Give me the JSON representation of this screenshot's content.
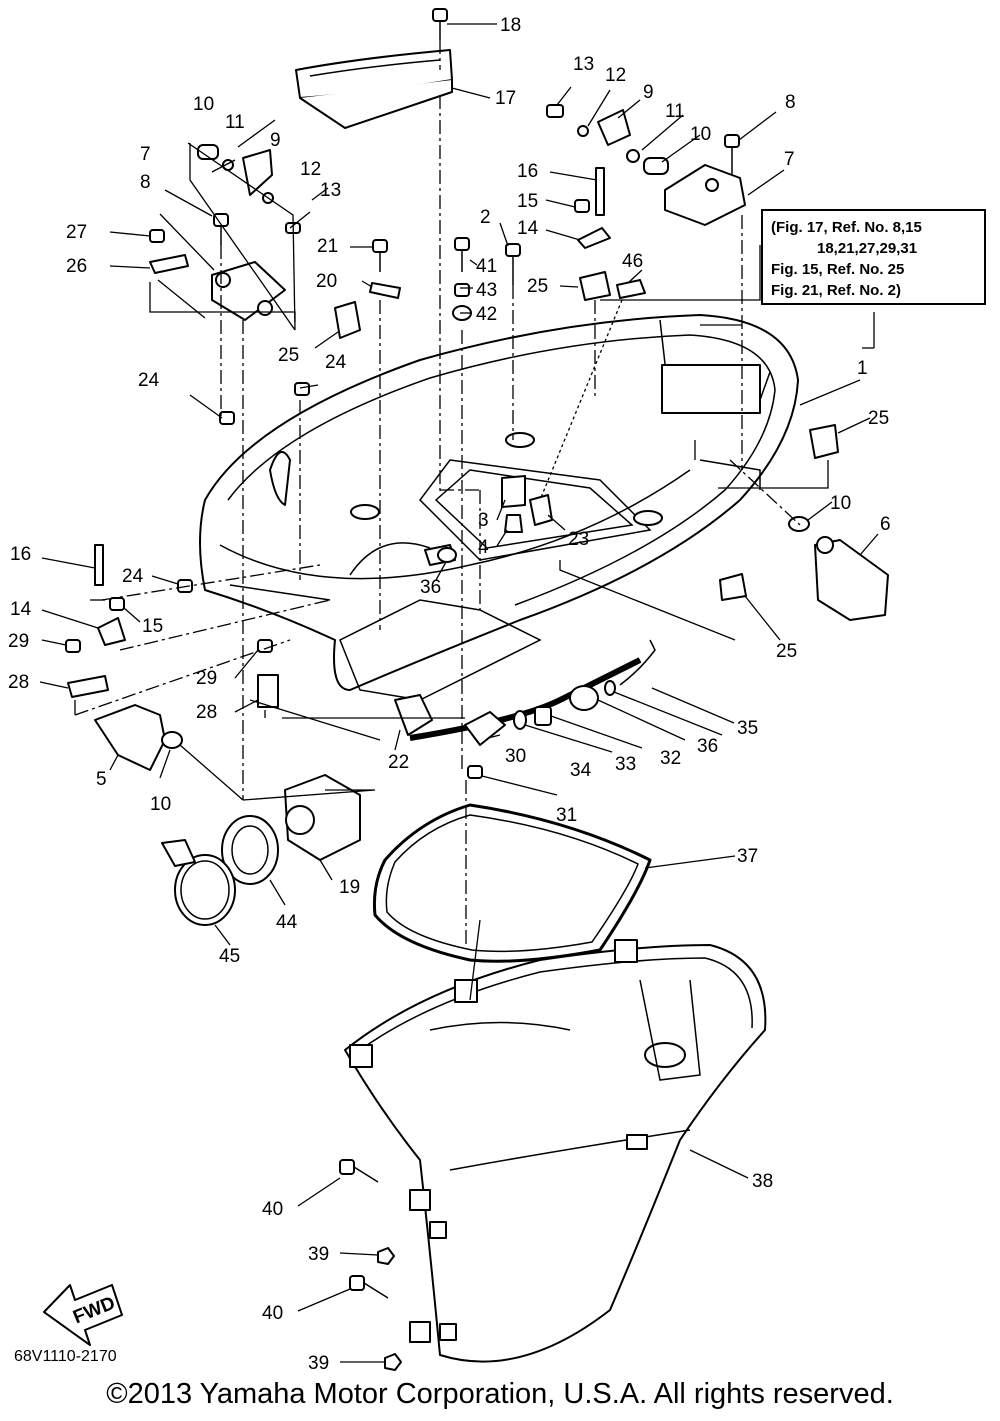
{
  "diagram": {
    "reference_box": {
      "line1": "(Fig. 17, Ref. No. 8,15",
      "line2": "18,21,27,29,31",
      "line3": "Fig. 15, Ref. No. 25",
      "line4": "Fig. 21, Ref. No. 2)"
    },
    "part_labels": [
      "1",
      "2",
      "3",
      "4",
      "5",
      "6",
      "7",
      "8",
      "9",
      "10",
      "11",
      "12",
      "13",
      "14",
      "15",
      "16",
      "17",
      "18",
      "19",
      "20",
      "21",
      "22",
      "23",
      "24",
      "25",
      "26",
      "27",
      "28",
      "29",
      "30",
      "31",
      "32",
      "33",
      "34",
      "35",
      "36",
      "37",
      "38",
      "39",
      "40",
      "41",
      "42",
      "43",
      "44",
      "45",
      "46"
    ],
    "fwd_label": "FWD",
    "drawing_code": "68V1110-2170",
    "copyright": "©2013 Yamaha Motor Corporation, U.S.A. All rights reserved."
  }
}
